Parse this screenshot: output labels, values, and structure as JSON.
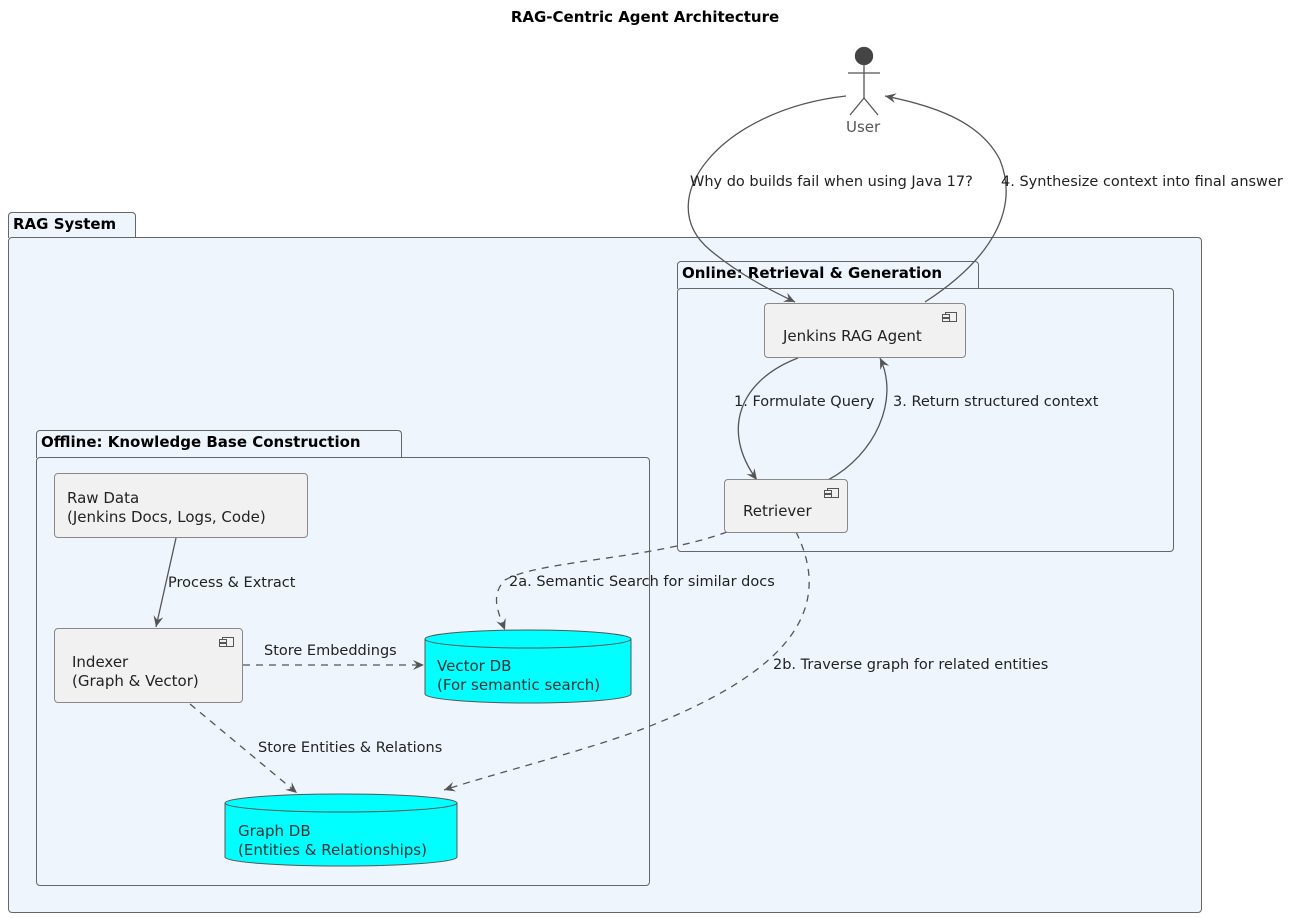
{
  "diagram": {
    "title": "RAG-Centric Agent Architecture",
    "actor": {
      "label": "User"
    },
    "packages": {
      "rag_system": "RAG System",
      "online": "Online: Retrieval & Generation",
      "offline": "Offline: Knowledge Base Construction"
    },
    "nodes": {
      "agent": "Jenkins RAG Agent",
      "retriever": "Retriever",
      "raw_data_line1": "Raw Data",
      "raw_data_line2": "(Jenkins Docs, Logs, Code)",
      "indexer_line1": "Indexer",
      "indexer_line2": "(Graph & Vector)",
      "vector_db_line1": "Vector DB",
      "vector_db_line2": "(For semantic search)",
      "graph_db_line1": "Graph DB",
      "graph_db_line2": "(Entities & Relationships)"
    },
    "edges": {
      "user_question": "Why do builds fail when using Java 17?",
      "synthesize": "4. Synthesize context into final answer",
      "formulate": "1. Formulate Query",
      "return_context": "3. Return structured context",
      "semantic_search": "2a. Semantic Search for similar docs",
      "traverse_graph": "2b. Traverse graph for related entities",
      "process_extract": "Process & Extract",
      "store_embeddings": "Store Embeddings",
      "store_entities": "Store Entities & Relations"
    },
    "colors": {
      "package_fill": "#eef5fc",
      "node_fill": "#f1f1f1",
      "database_fill": "#00ffff",
      "line": "#555555"
    }
  }
}
